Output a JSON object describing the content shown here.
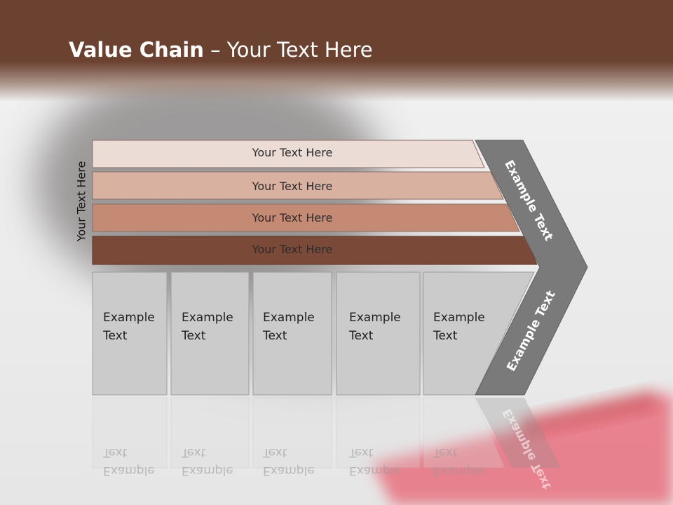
{
  "slide": {
    "title_bold": "Value Chain",
    "title_rest": " – Your Text Here",
    "side_label": "Your Text Here"
  },
  "rows": [
    {
      "label": "Your Text Here",
      "color": "#ecdcd6"
    },
    {
      "label": "Your Text Here",
      "color": "#d9b1a1"
    },
    {
      "label": "Your Text Here",
      "color": "#c48a74"
    },
    {
      "label": "Your Text Here",
      "color": "#7b4937"
    }
  ],
  "boxes": [
    {
      "label": "Example Text"
    },
    {
      "label": "Example Text"
    },
    {
      "label": "Example Text"
    },
    {
      "label": "Example Text"
    },
    {
      "label": "Example Text"
    }
  ],
  "chevron": {
    "upper_label": "Example Text",
    "lower_label": "Example Text",
    "color": "#7a7a7a"
  },
  "colors": {
    "header": "#6b4130",
    "box_fill": "#cbcbcb"
  }
}
